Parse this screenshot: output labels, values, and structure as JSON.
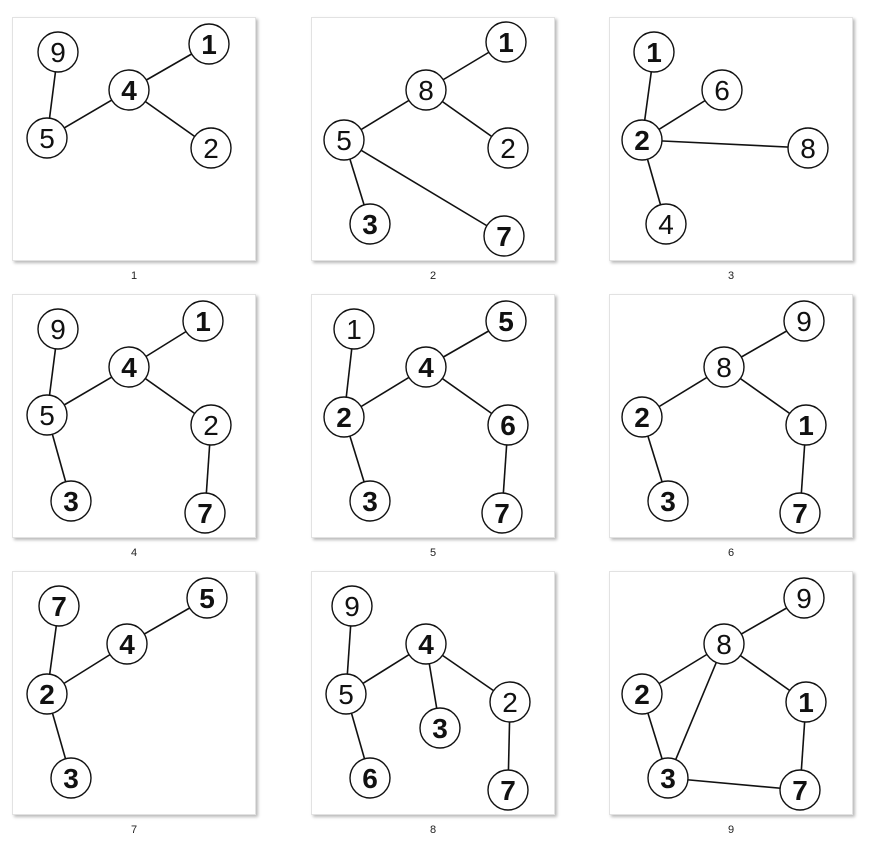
{
  "graphs": [
    {
      "caption": "1",
      "nodes": [
        {
          "id": "9",
          "bold": false
        },
        {
          "id": "1",
          "bold": true
        },
        {
          "id": "4",
          "bold": true
        },
        {
          "id": "5",
          "bold": false
        },
        {
          "id": "2",
          "bold": false
        }
      ],
      "edges": [
        [
          "9",
          "5"
        ],
        [
          "5",
          "4"
        ],
        [
          "4",
          "1"
        ],
        [
          "4",
          "2"
        ]
      ]
    },
    {
      "caption": "2",
      "nodes": [
        {
          "id": "1",
          "bold": true
        },
        {
          "id": "8",
          "bold": false
        },
        {
          "id": "5",
          "bold": false
        },
        {
          "id": "2",
          "bold": false
        },
        {
          "id": "3",
          "bold": true
        },
        {
          "id": "7",
          "bold": true
        }
      ],
      "edges": [
        [
          "8",
          "1"
        ],
        [
          "8",
          "5"
        ],
        [
          "8",
          "2"
        ],
        [
          "5",
          "3"
        ],
        [
          "5",
          "7"
        ]
      ]
    },
    {
      "caption": "3",
      "nodes": [
        {
          "id": "1",
          "bold": true
        },
        {
          "id": "6",
          "bold": false
        },
        {
          "id": "2",
          "bold": true
        },
        {
          "id": "8",
          "bold": false
        },
        {
          "id": "4",
          "bold": false
        }
      ],
      "edges": [
        [
          "1",
          "2"
        ],
        [
          "2",
          "6"
        ],
        [
          "2",
          "8"
        ],
        [
          "2",
          "4"
        ]
      ]
    },
    {
      "caption": "4",
      "nodes": [
        {
          "id": "9",
          "bold": false
        },
        {
          "id": "1",
          "bold": true
        },
        {
          "id": "4",
          "bold": true
        },
        {
          "id": "5",
          "bold": false
        },
        {
          "id": "2",
          "bold": false
        },
        {
          "id": "3",
          "bold": true
        },
        {
          "id": "7",
          "bold": true
        }
      ],
      "edges": [
        [
          "9",
          "5"
        ],
        [
          "5",
          "4"
        ],
        [
          "4",
          "1"
        ],
        [
          "4",
          "2"
        ],
        [
          "5",
          "3"
        ],
        [
          "2",
          "7"
        ]
      ]
    },
    {
      "caption": "5",
      "nodes": [
        {
          "id": "1",
          "bold": false
        },
        {
          "id": "5",
          "bold": true
        },
        {
          "id": "4",
          "bold": true
        },
        {
          "id": "2",
          "bold": true
        },
        {
          "id": "6",
          "bold": true
        },
        {
          "id": "3",
          "bold": true
        },
        {
          "id": "7",
          "bold": true
        }
      ],
      "edges": [
        [
          "1",
          "2"
        ],
        [
          "2",
          "4"
        ],
        [
          "4",
          "5"
        ],
        [
          "4",
          "6"
        ],
        [
          "2",
          "3"
        ],
        [
          "6",
          "7"
        ]
      ]
    },
    {
      "caption": "6",
      "nodes": [
        {
          "id": "9",
          "bold": false
        },
        {
          "id": "8",
          "bold": false
        },
        {
          "id": "2",
          "bold": true
        },
        {
          "id": "1",
          "bold": true
        },
        {
          "id": "3",
          "bold": true
        },
        {
          "id": "7",
          "bold": true
        }
      ],
      "edges": [
        [
          "8",
          "9"
        ],
        [
          "8",
          "2"
        ],
        [
          "8",
          "1"
        ],
        [
          "2",
          "3"
        ],
        [
          "1",
          "7"
        ]
      ]
    },
    {
      "caption": "7",
      "nodes": [
        {
          "id": "7",
          "bold": true
        },
        {
          "id": "5",
          "bold": true
        },
        {
          "id": "4",
          "bold": true
        },
        {
          "id": "2",
          "bold": true
        },
        {
          "id": "3",
          "bold": true
        }
      ],
      "edges": [
        [
          "7",
          "2"
        ],
        [
          "2",
          "4"
        ],
        [
          "4",
          "5"
        ],
        [
          "2",
          "3"
        ]
      ]
    },
    {
      "caption": "8",
      "nodes": [
        {
          "id": "9",
          "bold": false
        },
        {
          "id": "4",
          "bold": true
        },
        {
          "id": "5",
          "bold": false
        },
        {
          "id": "3",
          "bold": true
        },
        {
          "id": "2",
          "bold": false
        },
        {
          "id": "6",
          "bold": true
        },
        {
          "id": "7",
          "bold": true
        }
      ],
      "edges": [
        [
          "9",
          "5"
        ],
        [
          "5",
          "4"
        ],
        [
          "4",
          "3"
        ],
        [
          "4",
          "2"
        ],
        [
          "5",
          "6"
        ],
        [
          "2",
          "7"
        ]
      ]
    },
    {
      "caption": "9",
      "nodes": [
        {
          "id": "9",
          "bold": false
        },
        {
          "id": "8",
          "bold": false
        },
        {
          "id": "2",
          "bold": true
        },
        {
          "id": "1",
          "bold": true
        },
        {
          "id": "3",
          "bold": true
        },
        {
          "id": "7",
          "bold": true
        }
      ],
      "edges": [
        [
          "8",
          "9"
        ],
        [
          "8",
          "2"
        ],
        [
          "8",
          "1"
        ],
        [
          "8",
          "3"
        ],
        [
          "2",
          "3"
        ],
        [
          "3",
          "7"
        ],
        [
          "1",
          "7"
        ]
      ]
    }
  ]
}
